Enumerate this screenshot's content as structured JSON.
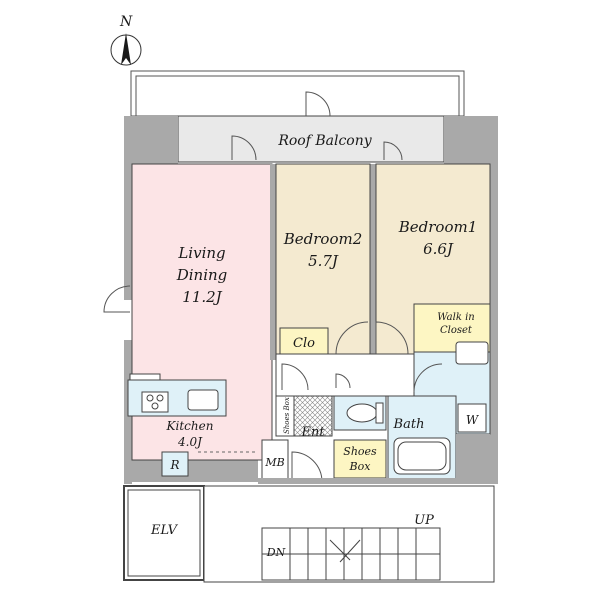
{
  "compass": {
    "label": "N"
  },
  "rooms": {
    "roof_balcony": {
      "name": "Roof Balcony"
    },
    "living_dining": {
      "line1": "Living",
      "line2": "Dining",
      "size": "11.2J"
    },
    "bedroom2": {
      "name": "Bedroom2",
      "size": "5.7J"
    },
    "bedroom1": {
      "name": "Bedroom1",
      "size": "6.6J"
    },
    "walk_in_closet": {
      "line1": "Walk in",
      "line2": "Closet"
    },
    "closet": {
      "name": "Clo"
    },
    "kitchen": {
      "name": "Kitchen",
      "size": "4.0J"
    },
    "refrigerator": {
      "name": "R"
    },
    "shoes_box_small": {
      "name": "Shoes Box"
    },
    "entrance": {
      "name": "Ent"
    },
    "shoes_box": {
      "line1": "Shoes",
      "line2": "Box"
    },
    "bath": {
      "name": "Bath"
    },
    "washer": {
      "name": "W"
    },
    "meter_box": {
      "name": "MB"
    },
    "elevator": {
      "name": "ELV"
    },
    "stairs_up": {
      "name": "UP"
    },
    "stairs_down": {
      "name": "DN"
    }
  },
  "colors": {
    "wall": "#a9a9a9",
    "living": "#fce4e6",
    "bedroom": "#f4ead0",
    "closet_yellow": "#fdf6c3",
    "wet_area": "#dff1f8",
    "balcony": "#e9e9e9",
    "line": "#333333"
  }
}
